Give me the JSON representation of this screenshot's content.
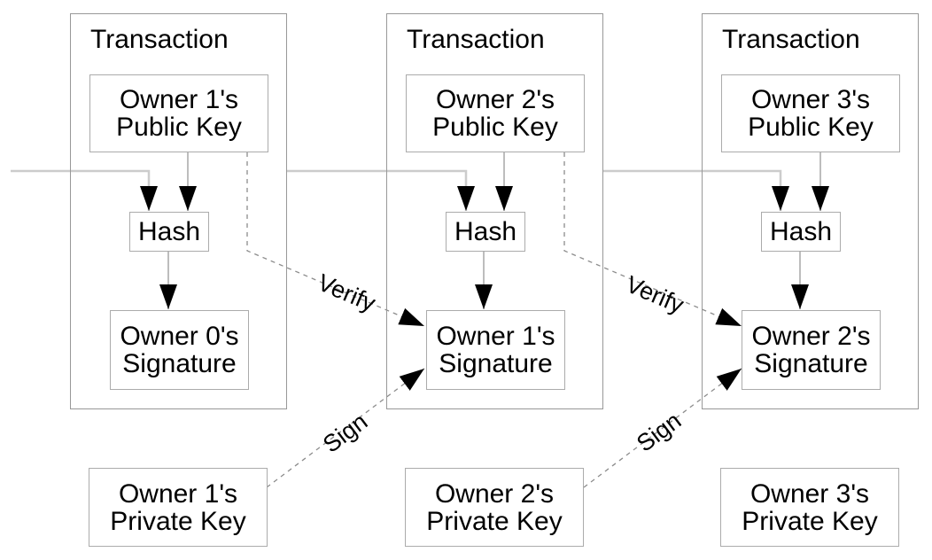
{
  "transactions": [
    {
      "title": "Transaction",
      "public_key": [
        "Owner 1's",
        "Public Key"
      ],
      "hash": "Hash",
      "signature": [
        "Owner 0's",
        "Signature"
      ]
    },
    {
      "title": "Transaction",
      "public_key": [
        "Owner 2's",
        "Public Key"
      ],
      "hash": "Hash",
      "signature": [
        "Owner 1's",
        "Signature"
      ]
    },
    {
      "title": "Transaction",
      "public_key": [
        "Owner 3's",
        "Public Key"
      ],
      "hash": "Hash",
      "signature": [
        "Owner 2's",
        "Signature"
      ]
    }
  ],
  "private_keys": [
    [
      "Owner 1's",
      "Private Key"
    ],
    [
      "Owner 2's",
      "Private Key"
    ],
    [
      "Owner 3's",
      "Private Key"
    ]
  ],
  "edge_labels": {
    "verify": "Verify",
    "sign": "Sign"
  },
  "colors": {
    "background": "#ffffff",
    "transaction_border": "#989898",
    "inner_box_border": "#ababab",
    "chain_line": "#cccccc",
    "connector_line": "#bdbdbd",
    "dashed_line": "#8c8c8c",
    "arrowhead": "#000000",
    "text": "#000000"
  }
}
